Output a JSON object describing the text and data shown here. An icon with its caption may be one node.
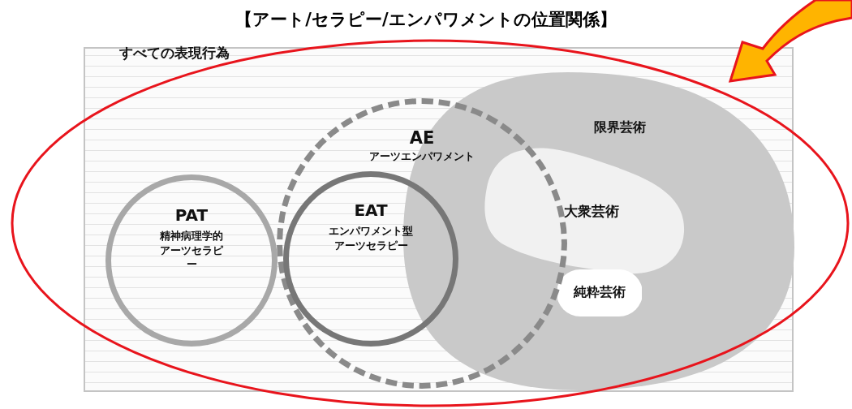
{
  "diagram": {
    "title": "【アート/セラピー/エンパワメントの位置関係】",
    "nodes": [
      {
        "text": [
          "すべての表現行為"
        ]
      },
      {
        "text": [
          "PAT",
          "精神病理学的アーツセラピー"
        ],
        "in": 0
      },
      {
        "text": [
          "AE",
          "アーツエンパワメント"
        ],
        "in": 0
      },
      {
        "text": [
          "EAT",
          "エンパワメント型アーツセラピー"
        ],
        "in": 2
      },
      {
        "text": [
          "限界芸術"
        ],
        "in": 0
      },
      {
        "text": [
          "大衆芸術"
        ],
        "in": 4
      },
      {
        "text": [
          "純粋芸術"
        ],
        "in": 4
      }
    ]
  }
}
